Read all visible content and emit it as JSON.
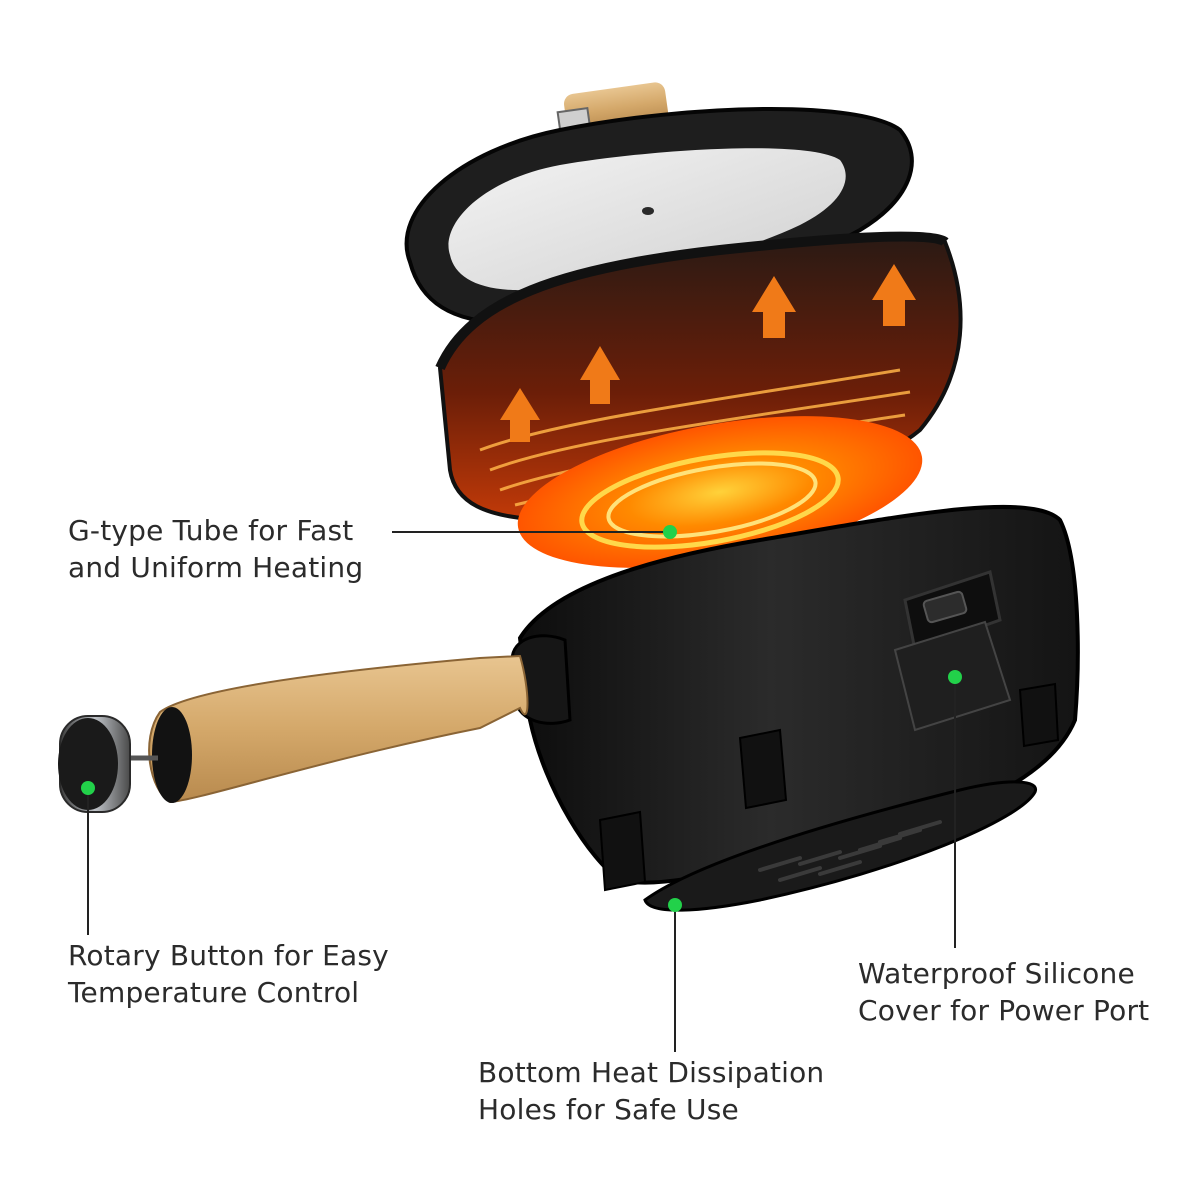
{
  "callouts": {
    "g_tube": {
      "line1": "G-type Tube for Fast",
      "line2": "and Uniform Heating"
    },
    "rotary_button": {
      "line1": "Rotary Button for Easy",
      "line2": "Temperature Control"
    },
    "bottom_holes": {
      "line1": "Bottom Heat Dissipation",
      "line2": "Holes for Safe Use"
    },
    "waterproof_cover": {
      "line1": "Waterproof Silicone",
      "line2": "Cover for Power Port"
    }
  },
  "colors": {
    "marker_dot": "#22d14a",
    "pot_body": "#1c1c1c",
    "heat_glow": "#ff6a00",
    "wood_handle": "#d4a86a",
    "leader_line": "#222222"
  },
  "icons": [
    "heat-arrow-icon"
  ]
}
